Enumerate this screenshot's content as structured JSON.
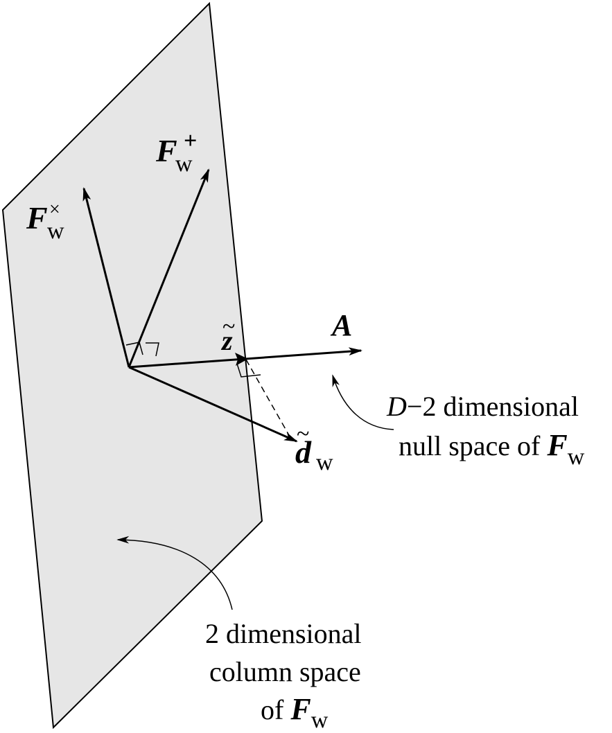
{
  "vectors": {
    "f_cross": {
      "symbol": "F",
      "subscript": "w",
      "superscript": "×"
    },
    "f_plus": {
      "symbol": "F",
      "subscript": "w",
      "superscript": "+"
    },
    "z_tilde": {
      "symbol": "z",
      "accent": "~"
    },
    "a": {
      "symbol": "A"
    },
    "d_tilde": {
      "symbol": "d",
      "subscript": "w",
      "accent": "~"
    }
  },
  "annotations": {
    "null_space": {
      "line1_italic": "D",
      "line1_rest": "−2 dimensional",
      "line2_prefix": "null space of ",
      "line2_symbol": "F",
      "line2_subscript": "w"
    },
    "column_space": {
      "line1": "2 dimensional",
      "line2": "column space",
      "line3_prefix": "of ",
      "line3_symbol": "F",
      "line3_subscript": "w"
    }
  },
  "colors": {
    "plane_fill": "#e6e6e6",
    "stroke": "#000000"
  }
}
